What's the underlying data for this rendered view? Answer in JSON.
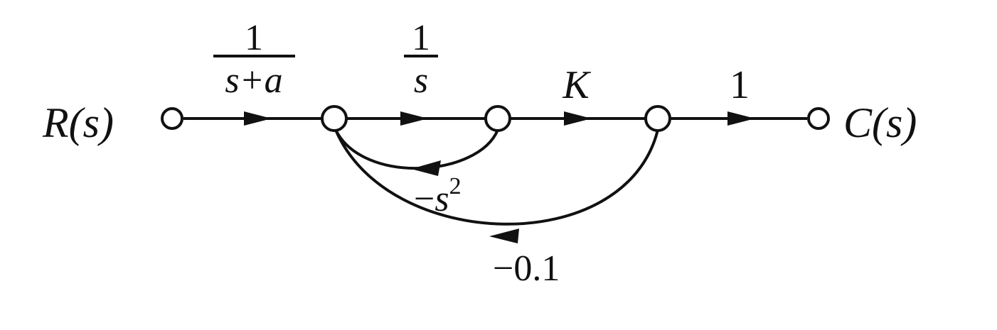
{
  "diagram": {
    "input_label": "R(s)",
    "output_label": "C(s)",
    "branch1": {
      "numerator": "1",
      "denominator": "s+a"
    },
    "branch2": {
      "numerator": "1",
      "denominator": "s"
    },
    "branch3": {
      "gain": "K"
    },
    "branch4": {
      "gain": "1"
    },
    "feedback_inner": {
      "gain_sign": "−",
      "gain_base": "s",
      "gain_exp": "2"
    },
    "feedback_outer": {
      "gain": "−0.1"
    }
  },
  "colors": {
    "line": "#111111",
    "background": "#ffffff"
  }
}
